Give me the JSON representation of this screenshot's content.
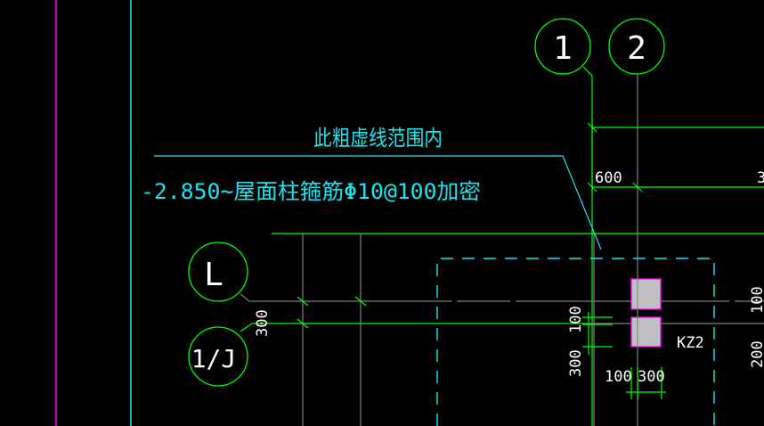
{
  "annotation": {
    "line1": "此粗虚线范围内",
    "line2": "-2.850~屋面柱箍筋Φ10@100加密"
  },
  "axes": {
    "grid_1": "1",
    "grid_2": "2",
    "grid_L": "L",
    "grid_1J": "1/J"
  },
  "dimensions": {
    "d600": "600",
    "d3": "3",
    "d300_left": "300",
    "d100_v": "100",
    "d300_v": "300",
    "d100_h": "100",
    "d300_h": "300",
    "d100_right": "100",
    "d200_right": "200"
  },
  "column_label": "KZ2",
  "colors": {
    "green": "#00ff00",
    "cyan": "#19e6ee",
    "magenta": "#ff00ff",
    "gray": "#808080",
    "fill": "#c0c0c0"
  }
}
